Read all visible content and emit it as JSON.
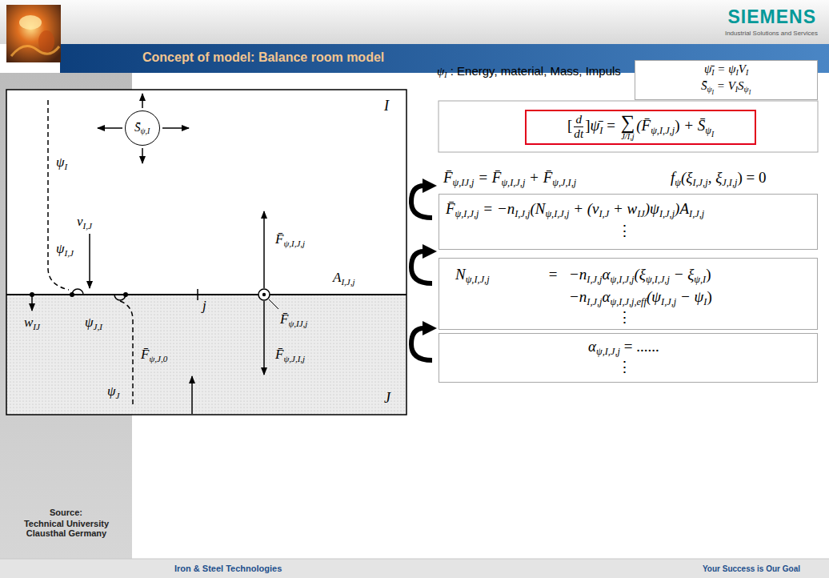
{
  "diagram": {
    "title": "Concept of model: Balance room model",
    "nodes": [
      {
        "text": [
          "S̄",
          "ψ,I"
        ]
      },
      {
        "text": [
          "ψ̄",
          "I",
          " = ψ",
          "I",
          "V",
          "I",
          "S̄",
          "ψ",
          "I",
          " = V",
          "I",
          "S",
          "ψ",
          "I"
        ]
      },
      {
        "text": [
          "[",
          "d",
          "dt",
          "]",
          "ψ̄",
          "I",
          " = ",
          "∑",
          "J/I,j",
          "(F̄",
          "ψ,I,J,j",
          ")",
          " + S̄",
          "ψ",
          "I"
        ]
      },
      {
        "text": [
          "F̄",
          "ψ,I,J,j",
          " = −n",
          "I,J,j",
          "(N",
          "ψ,I,J,j",
          " + (v",
          "I,J",
          " + w",
          "IJ",
          ")ψ",
          "I,J,j",
          ")A",
          "I,J,j",
          "⋮"
        ]
      },
      {
        "text": [
          "N",
          "ψ,I,J,j",
          " = ",
          "−n",
          "I,J,j",
          "α",
          "ψ,I,J,j",
          "(ξ",
          "ψ,I,J,j",
          " − ξ",
          "ψ,I",
          ")",
          "−n",
          "I,J,j",
          "α",
          "ψ,I,J,j,eff",
          "(ψ",
          "I,J,j",
          " − ψ",
          "I",
          ")",
          "⋮"
        ]
      },
      {
        "text": [
          "α",
          "ψ,I,J,j",
          " = ......",
          "⋮"
        ]
      }
    ],
    "labels": [
      "SIEMENS",
      "Industrial Solutions and Services",
      "I",
      "J",
      "ψ",
      "I",
      "v",
      "I,J",
      "ψ",
      "I,J",
      "w",
      "IJ",
      "ψ",
      "J,I",
      "j",
      "A",
      "I,J,j",
      "F̄",
      "ψ,I,J,j",
      "F̄",
      "ψ,IJ,j",
      "F̄",
      "ψ,J,I,j",
      "F̄",
      "ψ,J,0",
      "ψ",
      "J",
      "ψ",
      "I",
      " : Energy, material, Mass, Impuls",
      "F̄",
      "ψ,IJ,j",
      " = F̄",
      "ψ,I,J,j",
      " + F̄",
      "ψ,J,I,j",
      "f",
      "ψ",
      "(ξ",
      "I,J,j",
      ", ξ",
      "J,I,j",
      ") = 0",
      "Source:",
      "Technical University Clausthal Germany",
      "Iron & Steel Technologies",
      "Your Success is Our Goal"
    ]
  }
}
